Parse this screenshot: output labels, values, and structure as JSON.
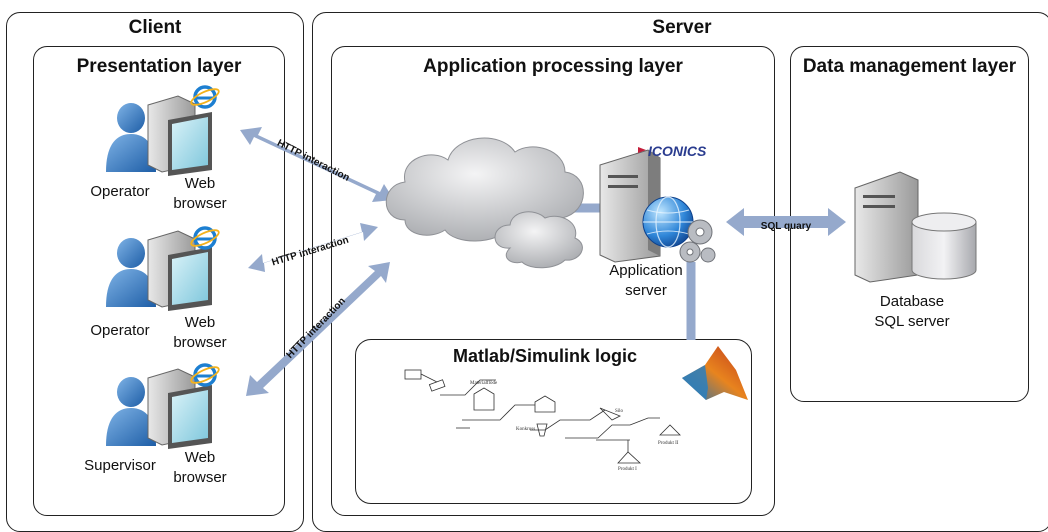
{
  "client": {
    "title": "Client",
    "presentation_title": "Presentation layer",
    "users": [
      {
        "role": "Operator",
        "browser_line1": "Web",
        "browser_line2": "browser"
      },
      {
        "role": "Operator",
        "browser_line1": "Web",
        "browser_line2": "browser"
      },
      {
        "role": "Supervisor",
        "browser_line1": "Web",
        "browser_line2": "browser"
      }
    ]
  },
  "server": {
    "title": "Server",
    "app_layer_title": "Application processing layer",
    "data_layer_title": "Data management layer",
    "app_server_line1": "Application",
    "app_server_line2": "server",
    "iconics_logo": "ICONICS",
    "database_line1": "Database",
    "database_line2": "SQL server",
    "matlab_title": "Matlab/Simulink logic"
  },
  "connections": {
    "http_labels": [
      "HTTP interaction",
      "HTTP interaction",
      "HTTP interaction"
    ],
    "sql_label": "SQL quary"
  },
  "colors": {
    "arrow": "#95a9cc",
    "person": "#2a6fb8",
    "cloud": "#c9cbcf",
    "box_border": "#222222"
  },
  "icons": [
    "person-icon",
    "computer-icon",
    "ie-browser-icon",
    "cloud-icon",
    "server-icon",
    "globe-icon",
    "gear-icon",
    "database-icon",
    "matlab-logo-icon"
  ]
}
